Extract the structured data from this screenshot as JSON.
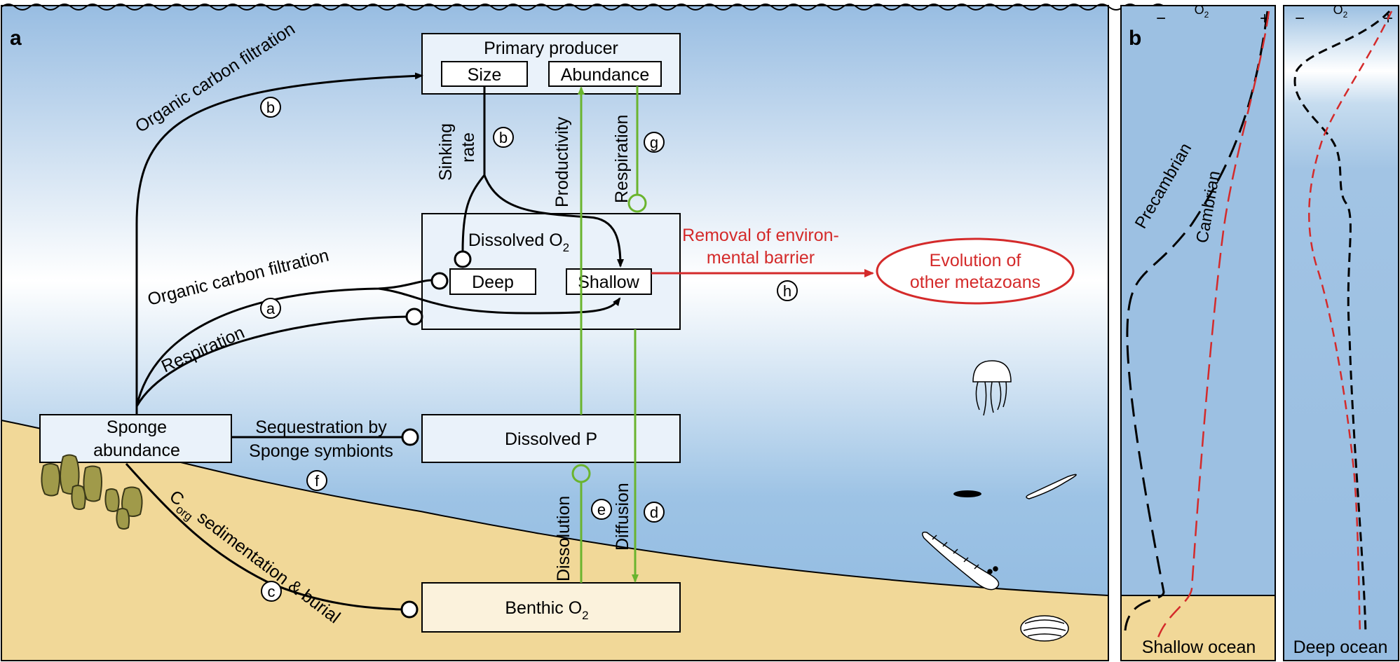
{
  "panel_a": {
    "label": "a",
    "boxes": {
      "primary_producer": {
        "title": "Primary producer",
        "size": "Size",
        "abundance": "Abundance"
      },
      "dissolved_o2": {
        "title": "Dissolved O",
        "title_sub": "2",
        "deep": "Deep",
        "shallow": "Shallow"
      },
      "dissolved_p": {
        "title": "Dissolved P"
      },
      "benthic_o2": {
        "title": "Benthic O",
        "title_sub": "2"
      },
      "sponge": {
        "line1": "Sponge",
        "line2": "abundance"
      }
    },
    "ellipse": {
      "line1": "Evolution of",
      "line2": "other metazoans"
    },
    "arrow_labels": {
      "organic_carbon_filtration_top": "Organic carbon filtration",
      "organic_carbon_filtration_mid": "Organic carbon filtration",
      "respiration_left": "Respiration",
      "sinking": "Sinking",
      "rate": "rate",
      "productivity": "Productivity",
      "respiration_green": "Respiration",
      "removal_line1": "Removal of environ-",
      "removal_line2": "mental barrier",
      "sequestration_line1": "Sequestration by",
      "sequestration_line2": "Sponge symbionts",
      "corg_c": "C",
      "corg_sub": "org",
      "corg_rest": " sedimentation & burial",
      "dissolution": "Dissolution",
      "diffusion": "Diffusion"
    },
    "circled_letters": {
      "b_top": "b",
      "b_sink": "b",
      "g": "g",
      "a": "a",
      "h": "h",
      "f": "f",
      "c": "c",
      "e": "e",
      "d": "d"
    }
  },
  "panel_b": {
    "label": "b",
    "shallow": {
      "minus": "−",
      "plus": "+",
      "o2": "O",
      "o2_sub": "2",
      "title": "Shallow ocean",
      "precambrian": "Precambrian",
      "cambrian": "Cambrian"
    },
    "deep": {
      "minus": "−",
      "plus": "+",
      "o2": "O",
      "o2_sub": "2",
      "title": "Deep ocean"
    }
  },
  "colors": {
    "red": "#d42a2a",
    "green": "#6ab42e",
    "sand": "#f1d898",
    "water_top": "#9dc0e2",
    "box_fill": "#eaf2fa",
    "benthic_fill": "#fbf2dc"
  }
}
